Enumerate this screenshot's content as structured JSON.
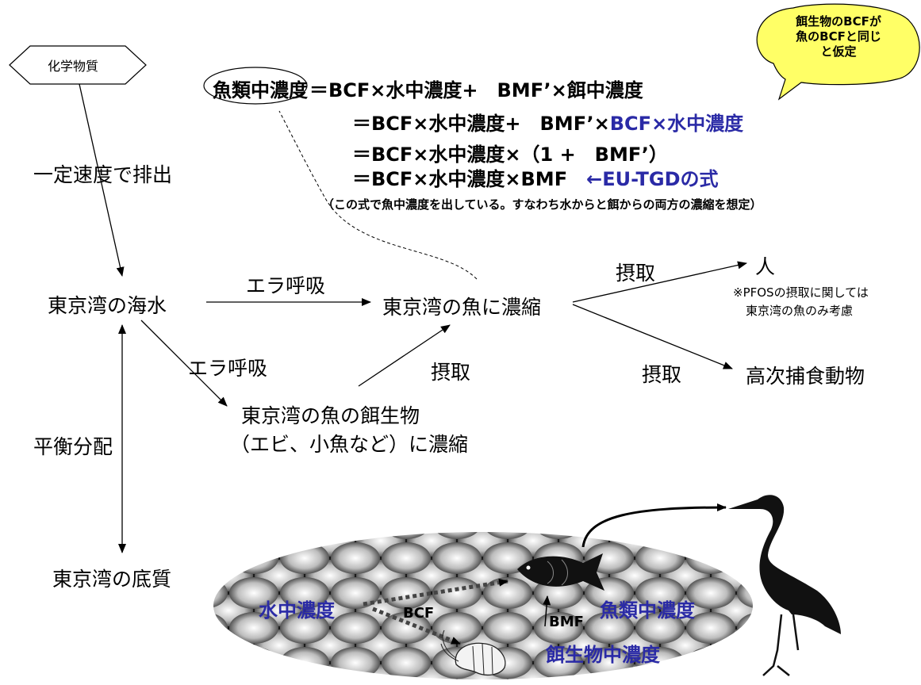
{
  "nodes": {
    "chemical": "化学物質",
    "seawater": "東京湾の海水",
    "fish": "東京湾の魚に濃縮",
    "prey_line1": "東京湾の魚の餌生物",
    "prey_line2": "（エビ、小魚など）に濃縮",
    "sediment": "東京湾の底質",
    "human": "人",
    "predator": "高次捕食動物"
  },
  "edges": {
    "emission": "一定速度で排出",
    "gill_to_fish": "エラ呼吸",
    "gill_to_prey": "エラ呼吸",
    "intake_prey_fish": "摂取",
    "intake_human": "摂取",
    "intake_predator": "摂取",
    "equilibrium": "平衡分配"
  },
  "pfos_note": {
    "line1": "※PFOSの摂取に関しては",
    "line2": "東京湾の魚のみ考慮"
  },
  "callout": {
    "line1": "餌生物のBCFが",
    "line2": "魚のBCFと同じ",
    "line3": "と仮定"
  },
  "equations": {
    "lhs": "魚類中濃度",
    "line1": "＝BCF×水中濃度+　BMF’×餌中濃度",
    "line2_prefix": "＝BCF×水中濃度+　BMF’×",
    "line2_blue": "BCF×水中濃度",
    "line3": "＝BCF×水中濃度×（1 +　BMF’）",
    "line4_prefix": "＝BCF×水中濃度×BMF　",
    "line4_blue": "←EU-TGDの式",
    "note": "（この式で魚中濃度を出している。すなわち水からと餌からの両方の濃縮を想定）"
  },
  "illustration": {
    "water_conc": "水中濃度",
    "fish_conc": "魚類中濃度",
    "prey_conc": "餌生物中濃度",
    "bcf": "BCF",
    "bmf": "BMF"
  },
  "colors": {
    "callout_fill": "#ffff66",
    "blue_text": "#2a2aa6"
  }
}
